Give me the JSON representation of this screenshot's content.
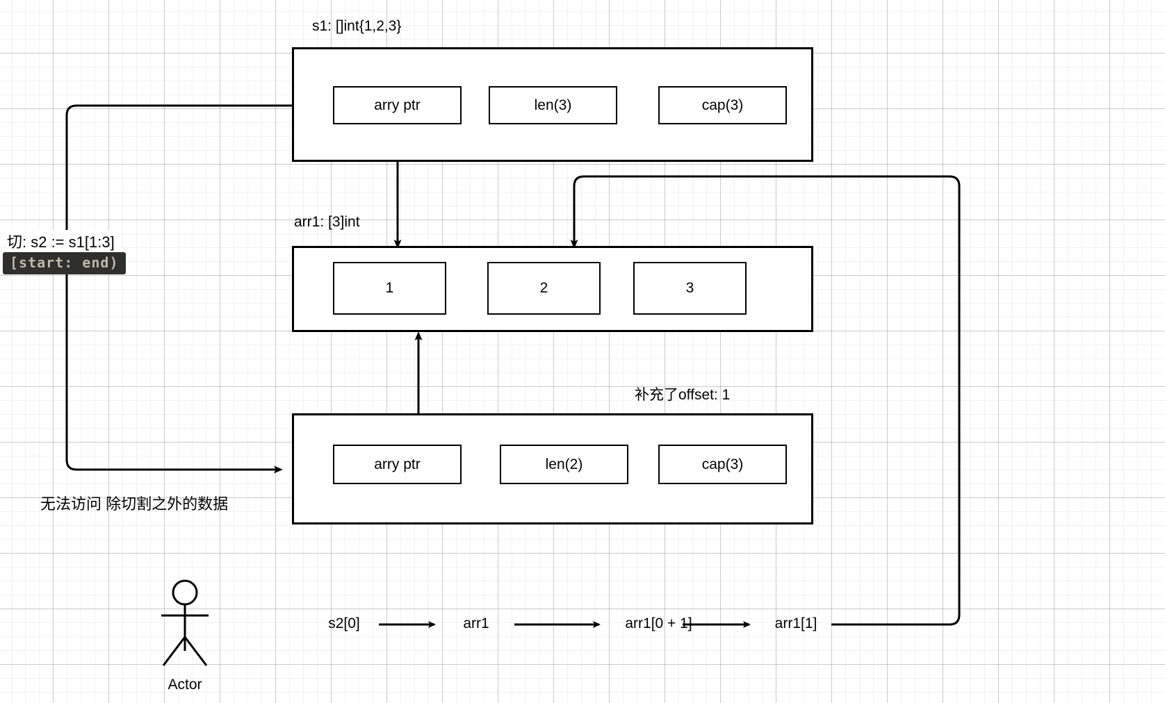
{
  "diagram": {
    "title": "Go slice memory layout",
    "stroke_color": "#000000",
    "grid_color": "#d9d9d9",
    "background": "#ffffff"
  },
  "slice_s1": {
    "caption": "s1: []int{1,2,3}",
    "fields": [
      {
        "label": "arry ptr"
      },
      {
        "label": "len(3)"
      },
      {
        "label": "cap(3)"
      }
    ]
  },
  "array_arr1": {
    "caption": "arr1: [3]int",
    "cells": [
      {
        "label": "1"
      },
      {
        "label": "2"
      },
      {
        "label": "3"
      }
    ]
  },
  "slice_s2": {
    "caption": "补充了offset: 1",
    "fields": [
      {
        "label": "arry ptr"
      },
      {
        "label": "len(2)"
      },
      {
        "label": "cap(3)"
      }
    ]
  },
  "annotations": {
    "slice_expr": "切: s2 := s1[1:3]",
    "code_chip": "[start: end)",
    "no_access_note": "无法访问 除切割之外的数据"
  },
  "flow": {
    "steps": [
      {
        "label": "s2[0]"
      },
      {
        "label": "arr1"
      },
      {
        "label": "arr1[0 + 1]"
      },
      {
        "label": "arr1[1]"
      }
    ]
  },
  "actor": {
    "label": "Actor",
    "icon": "actor-stick-figure-icon"
  }
}
